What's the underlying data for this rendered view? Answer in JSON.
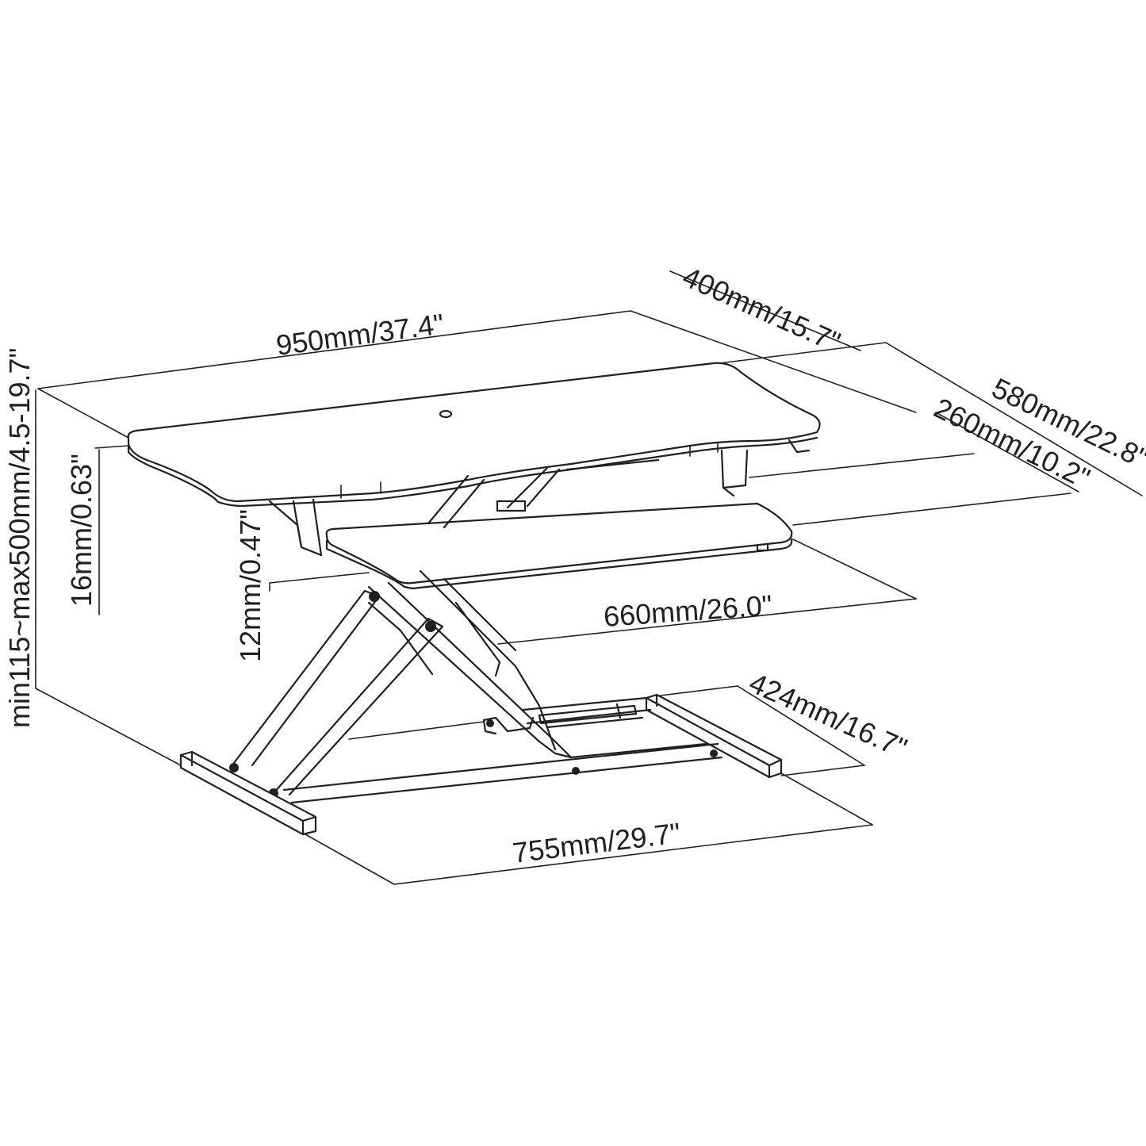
{
  "dimensions": {
    "top_width": "950mm/37.4\"",
    "top_depth": "400mm/15.7\"",
    "overall_depth": "580mm/22.8\"",
    "keyboard_depth": "260mm/10.2\"",
    "keyboard_width": "660mm/26.0\"",
    "top_thickness": "16mm/0.63\"",
    "keyboard_thickness": "12mm/0.47\"",
    "height_range": "min115~max500mm/4.5-19.7\"",
    "base_depth": "424mm/16.7\"",
    "base_width": "755mm/29.7\""
  },
  "colors": {
    "line": "#231f20",
    "background": "#ffffff"
  }
}
